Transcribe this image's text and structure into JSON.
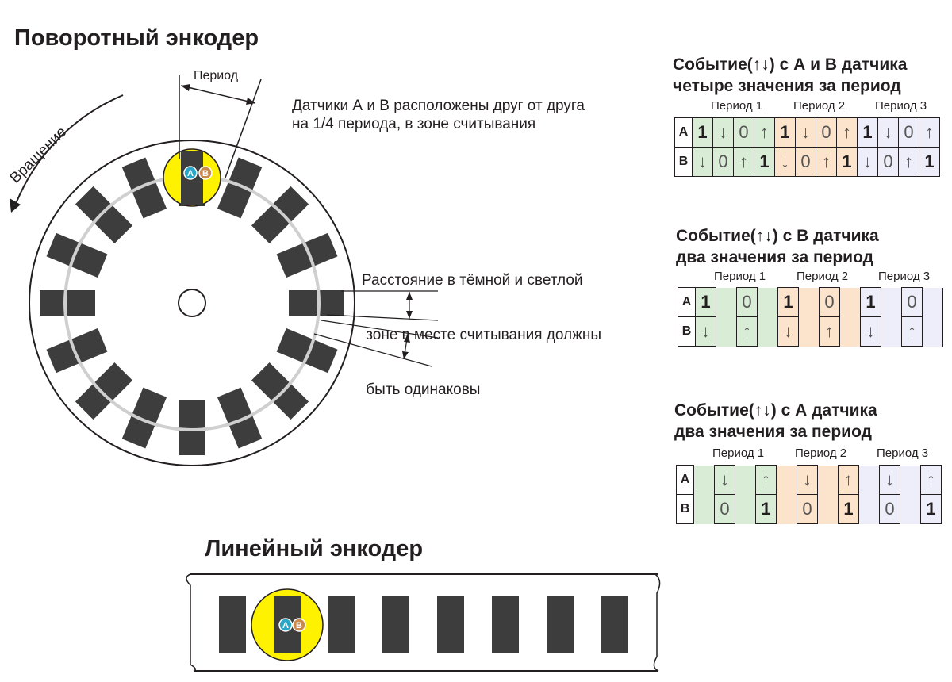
{
  "rotary": {
    "title": "Поворотный энкодер",
    "rotation_label": "Вращение",
    "period_label": "Период",
    "sensors_note": [
      "Датчики А и В расположены друг от друга",
      "на 1/4 периода, в зоне считывания"
    ],
    "distance_note": [
      "Расстояние в тёмной и светлой",
      " зоне в месте считывания должны",
      " быть одинаковы"
    ],
    "sensor_a": "A",
    "sensor_b": "B",
    "slot_count": 16
  },
  "linear": {
    "title": "Линейный энкодер",
    "sensor_a": "A",
    "sensor_b": "B"
  },
  "tables": [
    {
      "title_line1": "Событие(",
      "title_arrows": "↑↓",
      "title_line1_end": ") с А и В датчика",
      "title_line2": "четыре значения за период",
      "periods": [
        "Период 1",
        "Период 2",
        "Период 3"
      ],
      "rows": [
        {
          "label": "A",
          "cells": [
            "1",
            "↓",
            "0",
            "↑",
            "1",
            "↓",
            "0",
            "↑",
            "1",
            "↓",
            "0",
            "↑"
          ]
        },
        {
          "label": "B",
          "cells": [
            "↓",
            "0",
            "↑",
            "1",
            "↓",
            "0",
            "↑",
            "1",
            "↓",
            "0",
            "↑",
            "1"
          ]
        }
      ]
    },
    {
      "title_line1": "Событие(",
      "title_arrows": "↑↓",
      "title_line1_end": ") с В датчика",
      "title_line2": "два значения за период",
      "periods": [
        "Период 1",
        "Период 2",
        "Период 3"
      ],
      "rows": [
        {
          "label": "A",
          "cells": [
            "1",
            "",
            "0",
            "",
            "1",
            "",
            "0",
            "",
            "1",
            "",
            "0",
            ""
          ]
        },
        {
          "label": "B",
          "cells": [
            "↓",
            "",
            "↑",
            "",
            "↓",
            "",
            "↑",
            "",
            "↓",
            "",
            "↑",
            ""
          ]
        }
      ]
    },
    {
      "title_line1": "Событие(",
      "title_arrows": "↑↓",
      "title_line1_end": ") с А датчика",
      "title_line2": "два значения за период",
      "periods": [
        "Период 1",
        "Период 2",
        "Период 3"
      ],
      "rows": [
        {
          "label": "A",
          "cells": [
            "",
            "↓",
            "",
            "↑",
            "",
            "↓",
            "",
            "↑",
            "",
            "↓",
            "",
            "↑"
          ]
        },
        {
          "label": "B",
          "cells": [
            "",
            "0",
            "",
            "1",
            "",
            "0",
            "",
            "1",
            "",
            "0",
            "",
            "1"
          ]
        }
      ]
    }
  ],
  "colors": {
    "slot": "#3d3d3d",
    "sensor_zone": "#fff200",
    "sensor_a": "#2aa7c7",
    "sensor_b": "#c98a4b",
    "period1": "#d9ecd6",
    "period2": "#fce3cc",
    "period3": "#eeeefa"
  }
}
